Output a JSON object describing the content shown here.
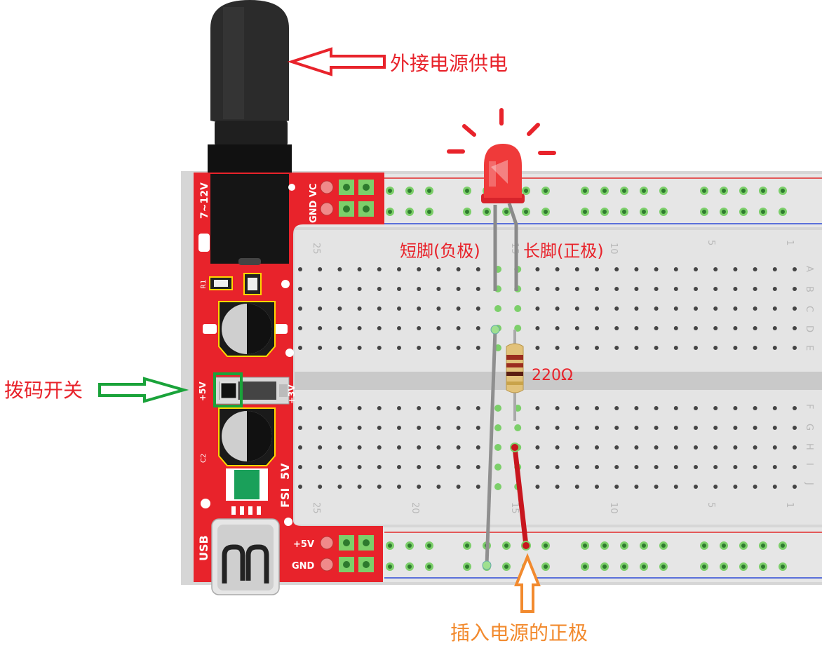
{
  "annotations": {
    "external_power": "外接电源供电",
    "dip_switch": "拨码开关",
    "short_leg": "短脚(负极)",
    "long_leg": "长脚(正极)",
    "resistor_value": "220Ω",
    "plug_positive": "插入电源的正极"
  },
  "module": {
    "voltage_in": "7~12V",
    "top_header": "GND VC",
    "r1": "R1",
    "c2": "C2",
    "switch_left": "+5V",
    "switch_right": "+3V",
    "out_5v": "5V",
    "fsi": "FSI",
    "usb": "USB",
    "rail_5v": "+5V",
    "rail_gnd": "GND"
  },
  "breadboard": {
    "column_numbers_top": [
      "25",
      "15",
      "10",
      "5",
      "1"
    ],
    "column_numbers_bottom": [
      "25",
      "20",
      "15",
      "10",
      "5",
      "1"
    ],
    "row_letters_top": [
      "A",
      "B",
      "C",
      "D",
      "E"
    ],
    "row_letters_bottom": [
      "F",
      "G",
      "H",
      "I",
      "J"
    ]
  },
  "colors": {
    "module_red": "#e8232b",
    "annotation_red": "#e8232b",
    "annotation_green": "#1aa33a",
    "annotation_orange": "#f28a2e",
    "board_gray": "#d4d4d4",
    "hole_green": "#7ccf6a",
    "rail_red_line": "#e22a2a",
    "rail_blue_line": "#2d49d6",
    "wire_red": "#c8161e",
    "led_red": "#ef3a3a"
  }
}
